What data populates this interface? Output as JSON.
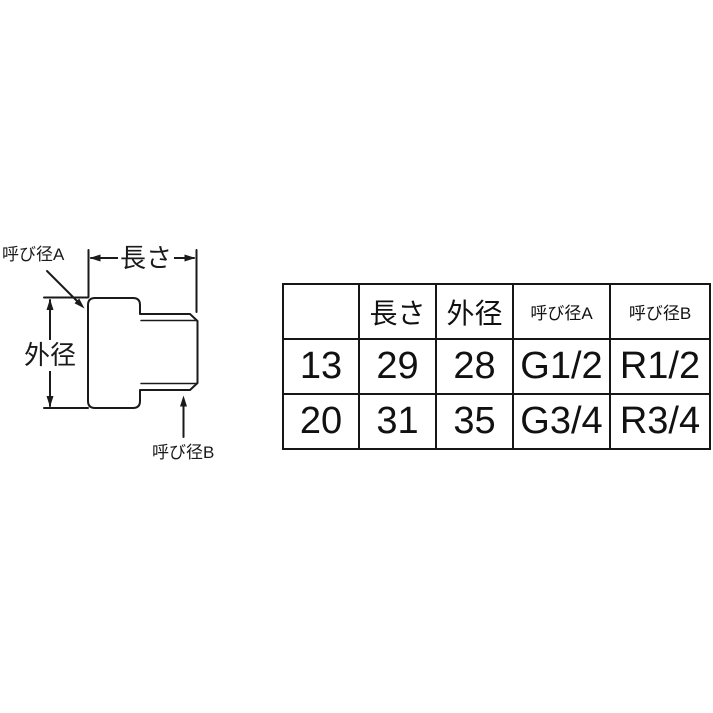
{
  "diagram": {
    "labels": {
      "nominal_a": "呼び径A",
      "length": "長さ",
      "outer_diameter": "外径",
      "nominal_b": "呼び径B"
    }
  },
  "table": {
    "headers": [
      "",
      "長さ",
      "外径",
      "呼び径A",
      "呼び径B"
    ],
    "rows": [
      [
        "13",
        "29",
        "28",
        "G1/2",
        "R1/2"
      ],
      [
        "20",
        "31",
        "35",
        "G3/4",
        "R3/4"
      ]
    ]
  },
  "colors": {
    "line": "#1a1a1a",
    "table_border": "#161616",
    "text": "#111111",
    "background": "#ffffff"
  }
}
